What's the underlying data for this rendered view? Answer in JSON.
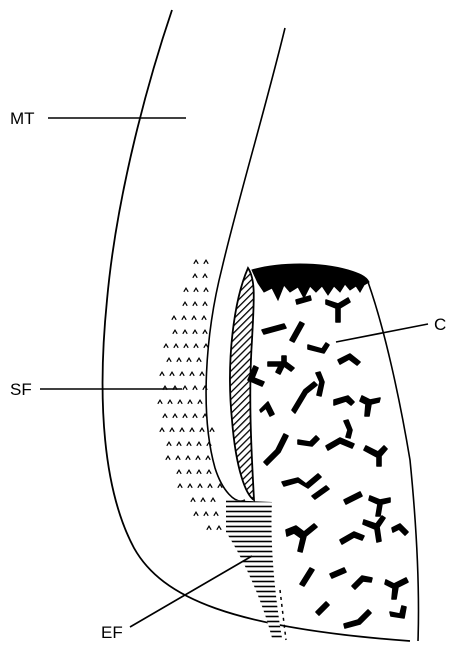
{
  "labels": {
    "mt": "MT",
    "sf": "SF",
    "c": "C",
    "ef": "EF"
  },
  "colors": {
    "ink": "#000000",
    "background": "#ffffff"
  }
}
